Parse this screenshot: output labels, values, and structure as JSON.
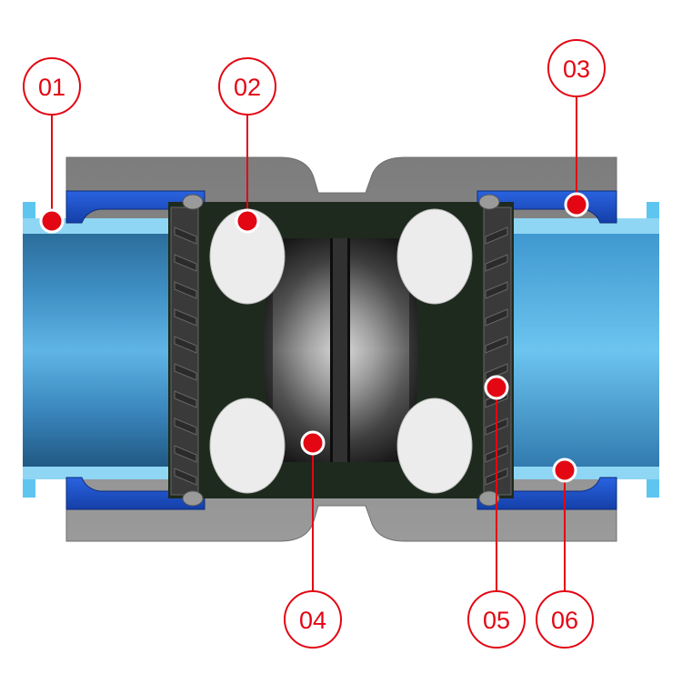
{
  "diagram": {
    "type": "cross-section",
    "colors": {
      "callout": "#e30613",
      "pipe": "#5ec5ef",
      "clamp_ring": "#1c52d4",
      "housing": "#8a8a8a",
      "seal": "#1a1a1a",
      "sealing_ring": "#eeeeee"
    }
  },
  "callouts": [
    {
      "label": "01"
    },
    {
      "label": "02"
    },
    {
      "label": "03"
    },
    {
      "label": "04"
    },
    {
      "label": "05"
    },
    {
      "label": "06"
    }
  ]
}
